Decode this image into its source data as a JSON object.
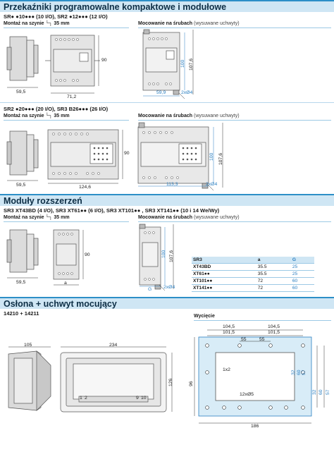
{
  "section1": {
    "title": "Przekaźniki programowalne kompaktowe i modułowe",
    "subtitle": "SR● ●10●●● (10 I/O), SR2 ●12●●● (12 I/O)",
    "left_header": "Montaż na szynie └┐ 35 mm",
    "right_header_bold": "Mocowanie na śrubach",
    "right_header_note": "(wysuwane uchwyty)",
    "dims": {
      "w_side": "59,5",
      "w_front": "71,2",
      "h_front": "90",
      "w_screw": "59,9",
      "screw": "2xØ4",
      "h_inner": "100",
      "h_outer": "107,6"
    }
  },
  "section2": {
    "subtitle": "SR2 ●20●●● (20 I/O), SR3 B26●●● (26 I/O)",
    "left_header": "Montaż na szynie └┐ 35 mm",
    "right_header_bold": "Mocowanie na śrubach",
    "right_header_note": "(wysuwane uchwyty)",
    "dims": {
      "w_side": "59,5",
      "w_front": "124,6",
      "h_front": "90",
      "w_screw": "113,3",
      "screw": "2xØ4",
      "h_inner": "100",
      "h_outer": "107,6"
    }
  },
  "section3": {
    "title": "Moduły rozszerzeń",
    "subtitle": "SR3 XT43BD  (4 I/O), SR3 XT61●● (6 I/O), SR3 XT101●● , SR3 XT141●●  (10 i 14 We/Wy)",
    "left_header": "Montaż na szynie └┐ 35 mm",
    "right_header_bold": "Mocowanie na śrubach",
    "right_header_note": "(wysuwane uchwyty)",
    "dims": {
      "w_side": "59,5",
      "w_front": "a",
      "h_front": "90",
      "g": "G",
      "screw": "2xØ4",
      "h_inner": "100",
      "h_outer": "107,6"
    },
    "table": {
      "headers": [
        "SR3",
        "a",
        "G"
      ],
      "rows": [
        [
          "XT43BD",
          "35.5",
          "25"
        ],
        [
          "XT61●●",
          "35.5",
          "25"
        ],
        [
          "XT101●●",
          "72",
          "60"
        ],
        [
          "XT141●●",
          "72",
          "60"
        ]
      ]
    }
  },
  "section4": {
    "title": "Osłona + uchwyt mocujący",
    "subtitle": "14210 + 14211",
    "cutout_header": "Wycięcie",
    "dims": {
      "w_side": "105",
      "w_front": "234",
      "h_front": "126",
      "term_1": "1",
      "term_2": "2",
      "term_9": "9",
      "term_10": "10",
      "cut_outer_l": "104,5",
      "cut_outer_r": "104,5",
      "cut_mid_l": "101,5",
      "cut_mid_r": "101,5",
      "cut_in_l": "55",
      "cut_in_r": "55",
      "hole_small": "1x2",
      "holes": "12xØ5",
      "cut_w": "186",
      "cut_h": "96",
      "v_a": "32",
      "v_b": "60",
      "v_c": "57",
      "v_d": "32",
      "v_e": "60",
      "v_f": "57"
    }
  }
}
